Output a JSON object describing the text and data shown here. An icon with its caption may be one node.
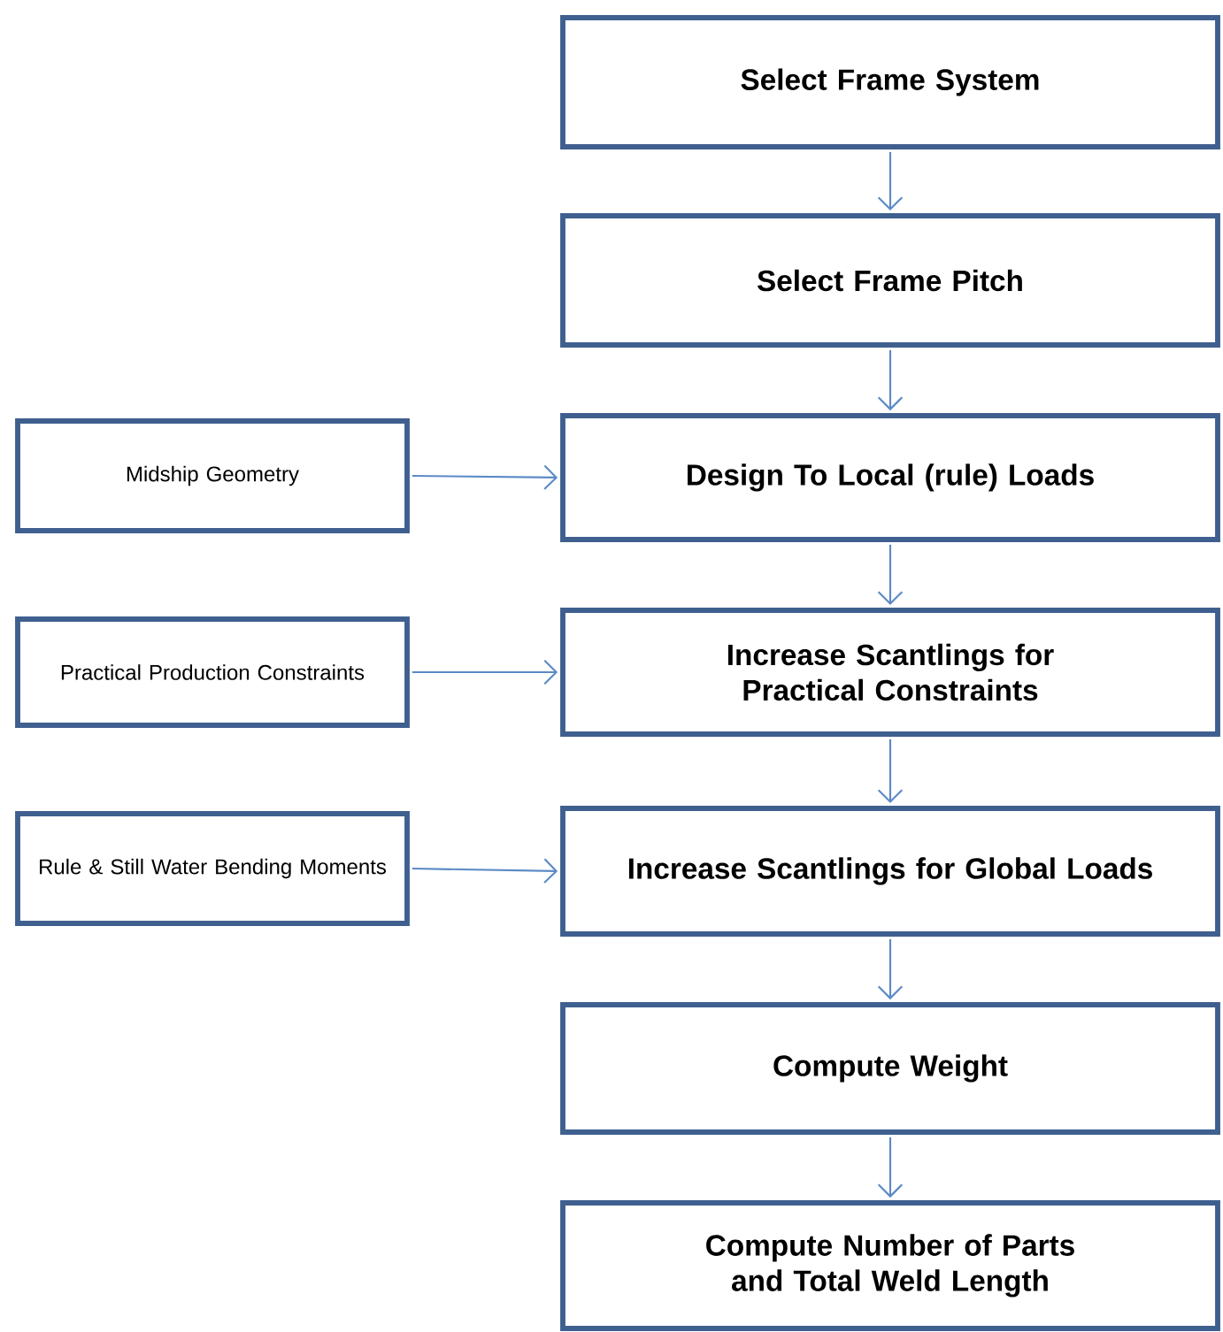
{
  "diagram": {
    "nodes": [
      {
        "text": [
          "Select Frame System"
        ]
      },
      {
        "text": [
          "Select Frame Pitch"
        ]
      },
      {
        "text": [
          "Midship Geometry"
        ]
      },
      {
        "text": [
          "Design To Local (rule) Loads"
        ]
      },
      {
        "text": [
          "Practical Production Constraints"
        ]
      },
      {
        "text": [
          "Increase Scantlings for Practical Constraints"
        ]
      },
      {
        "text": [
          "Rule & Still Water Bending Moments"
        ]
      },
      {
        "text": [
          "Increase Scantlings for Global Loads"
        ]
      },
      {
        "text": [
          "Compute Weight"
        ]
      },
      {
        "text": [
          "Compute Number of Parts and Total Weld Length"
        ]
      }
    ],
    "edges": [
      {
        "from": 0,
        "to": 1,
        "arrow": "to"
      },
      {
        "from": 1,
        "to": 3,
        "arrow": "to"
      },
      {
        "from": 2,
        "to": 3,
        "arrow": "to"
      },
      {
        "from": 3,
        "to": 5,
        "arrow": "to"
      },
      {
        "from": 4,
        "to": 5,
        "arrow": "to"
      },
      {
        "from": 5,
        "to": 7,
        "arrow": "to"
      },
      {
        "from": 6,
        "to": 7,
        "arrow": "to"
      },
      {
        "from": 7,
        "to": 8,
        "arrow": "to"
      },
      {
        "from": 8,
        "to": 9,
        "arrow": "to"
      }
    ]
  }
}
